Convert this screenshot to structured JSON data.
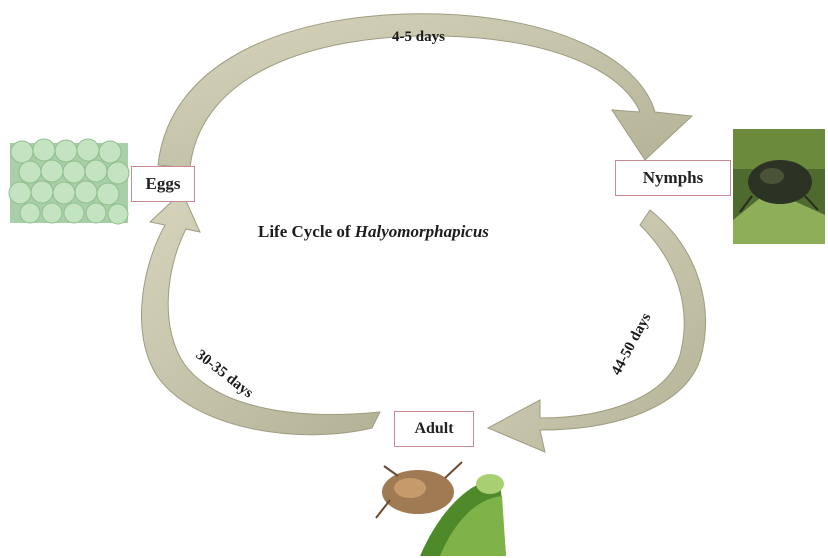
{
  "diagram": {
    "title_prefix": "Life Cycle of ",
    "title_species": "Halyomorphapicus",
    "stages": {
      "eggs": "Eggs",
      "nymphs": "Nymphs",
      "adult": "Adult"
    },
    "durations": {
      "eggs_to_nymphs": "4-5 days",
      "nymphs_to_adult": "44-50 days",
      "adult_to_eggs": "30-35 days"
    },
    "colors": {
      "arrow_fill": "#c7c5a8",
      "arrow_edge": "#9e9c80",
      "box_border": "#c98a94"
    },
    "icons": {
      "eggs": "green-eggs-photo",
      "nymphs": "nymph-bug-photo",
      "adult": "adult-bug-photo"
    }
  }
}
